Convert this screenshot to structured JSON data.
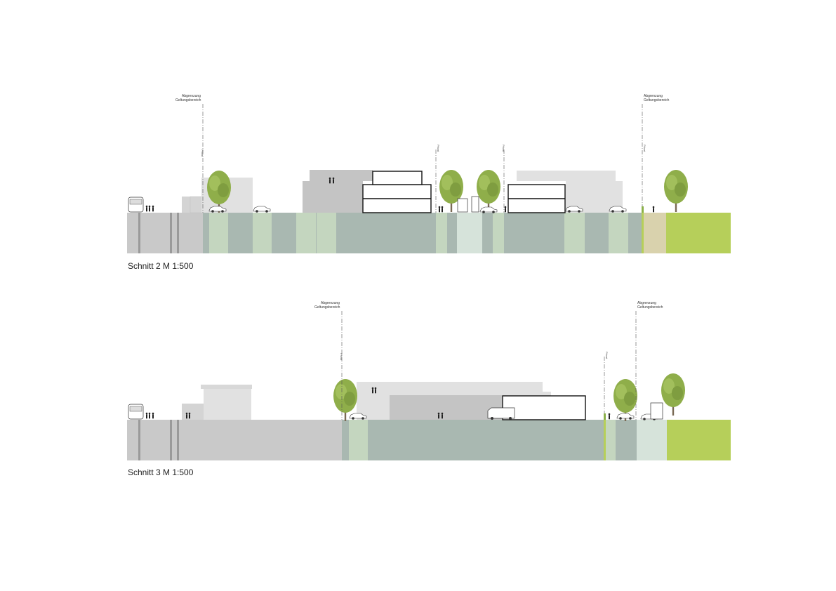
{
  "sections": [
    {
      "caption": "Schnitt 2 M 1:500",
      "boundary_labels": [
        {
          "line1": "Abgrenzung",
          "line2": "Geltungsbereich"
        },
        {
          "line1": "Abgrenzung",
          "line2": "Geltungsbereich"
        }
      ],
      "property_label": "Privat"
    },
    {
      "caption": "Schnitt 3 M 1:500",
      "boundary_labels": [
        {
          "line1": "Abgrenzung",
          "line2": "Geltungsbereich"
        },
        {
          "line1": "Abgrenzung",
          "line2": "Geltungsbereich"
        }
      ],
      "property_label": "Privat"
    }
  ],
  "colors": {
    "road_grey": "#c9c9c9",
    "ground_dark": "#a9b8b1",
    "ground_light_green": "#c4d6bf",
    "ground_pale": "#d6e3da",
    "meadow_green": "#b6cf5a",
    "sand": "#d9d2ad",
    "building_light": "#e1e1e1",
    "building_mid": "#c4c4c4",
    "tree_green": "#8fae4a"
  }
}
